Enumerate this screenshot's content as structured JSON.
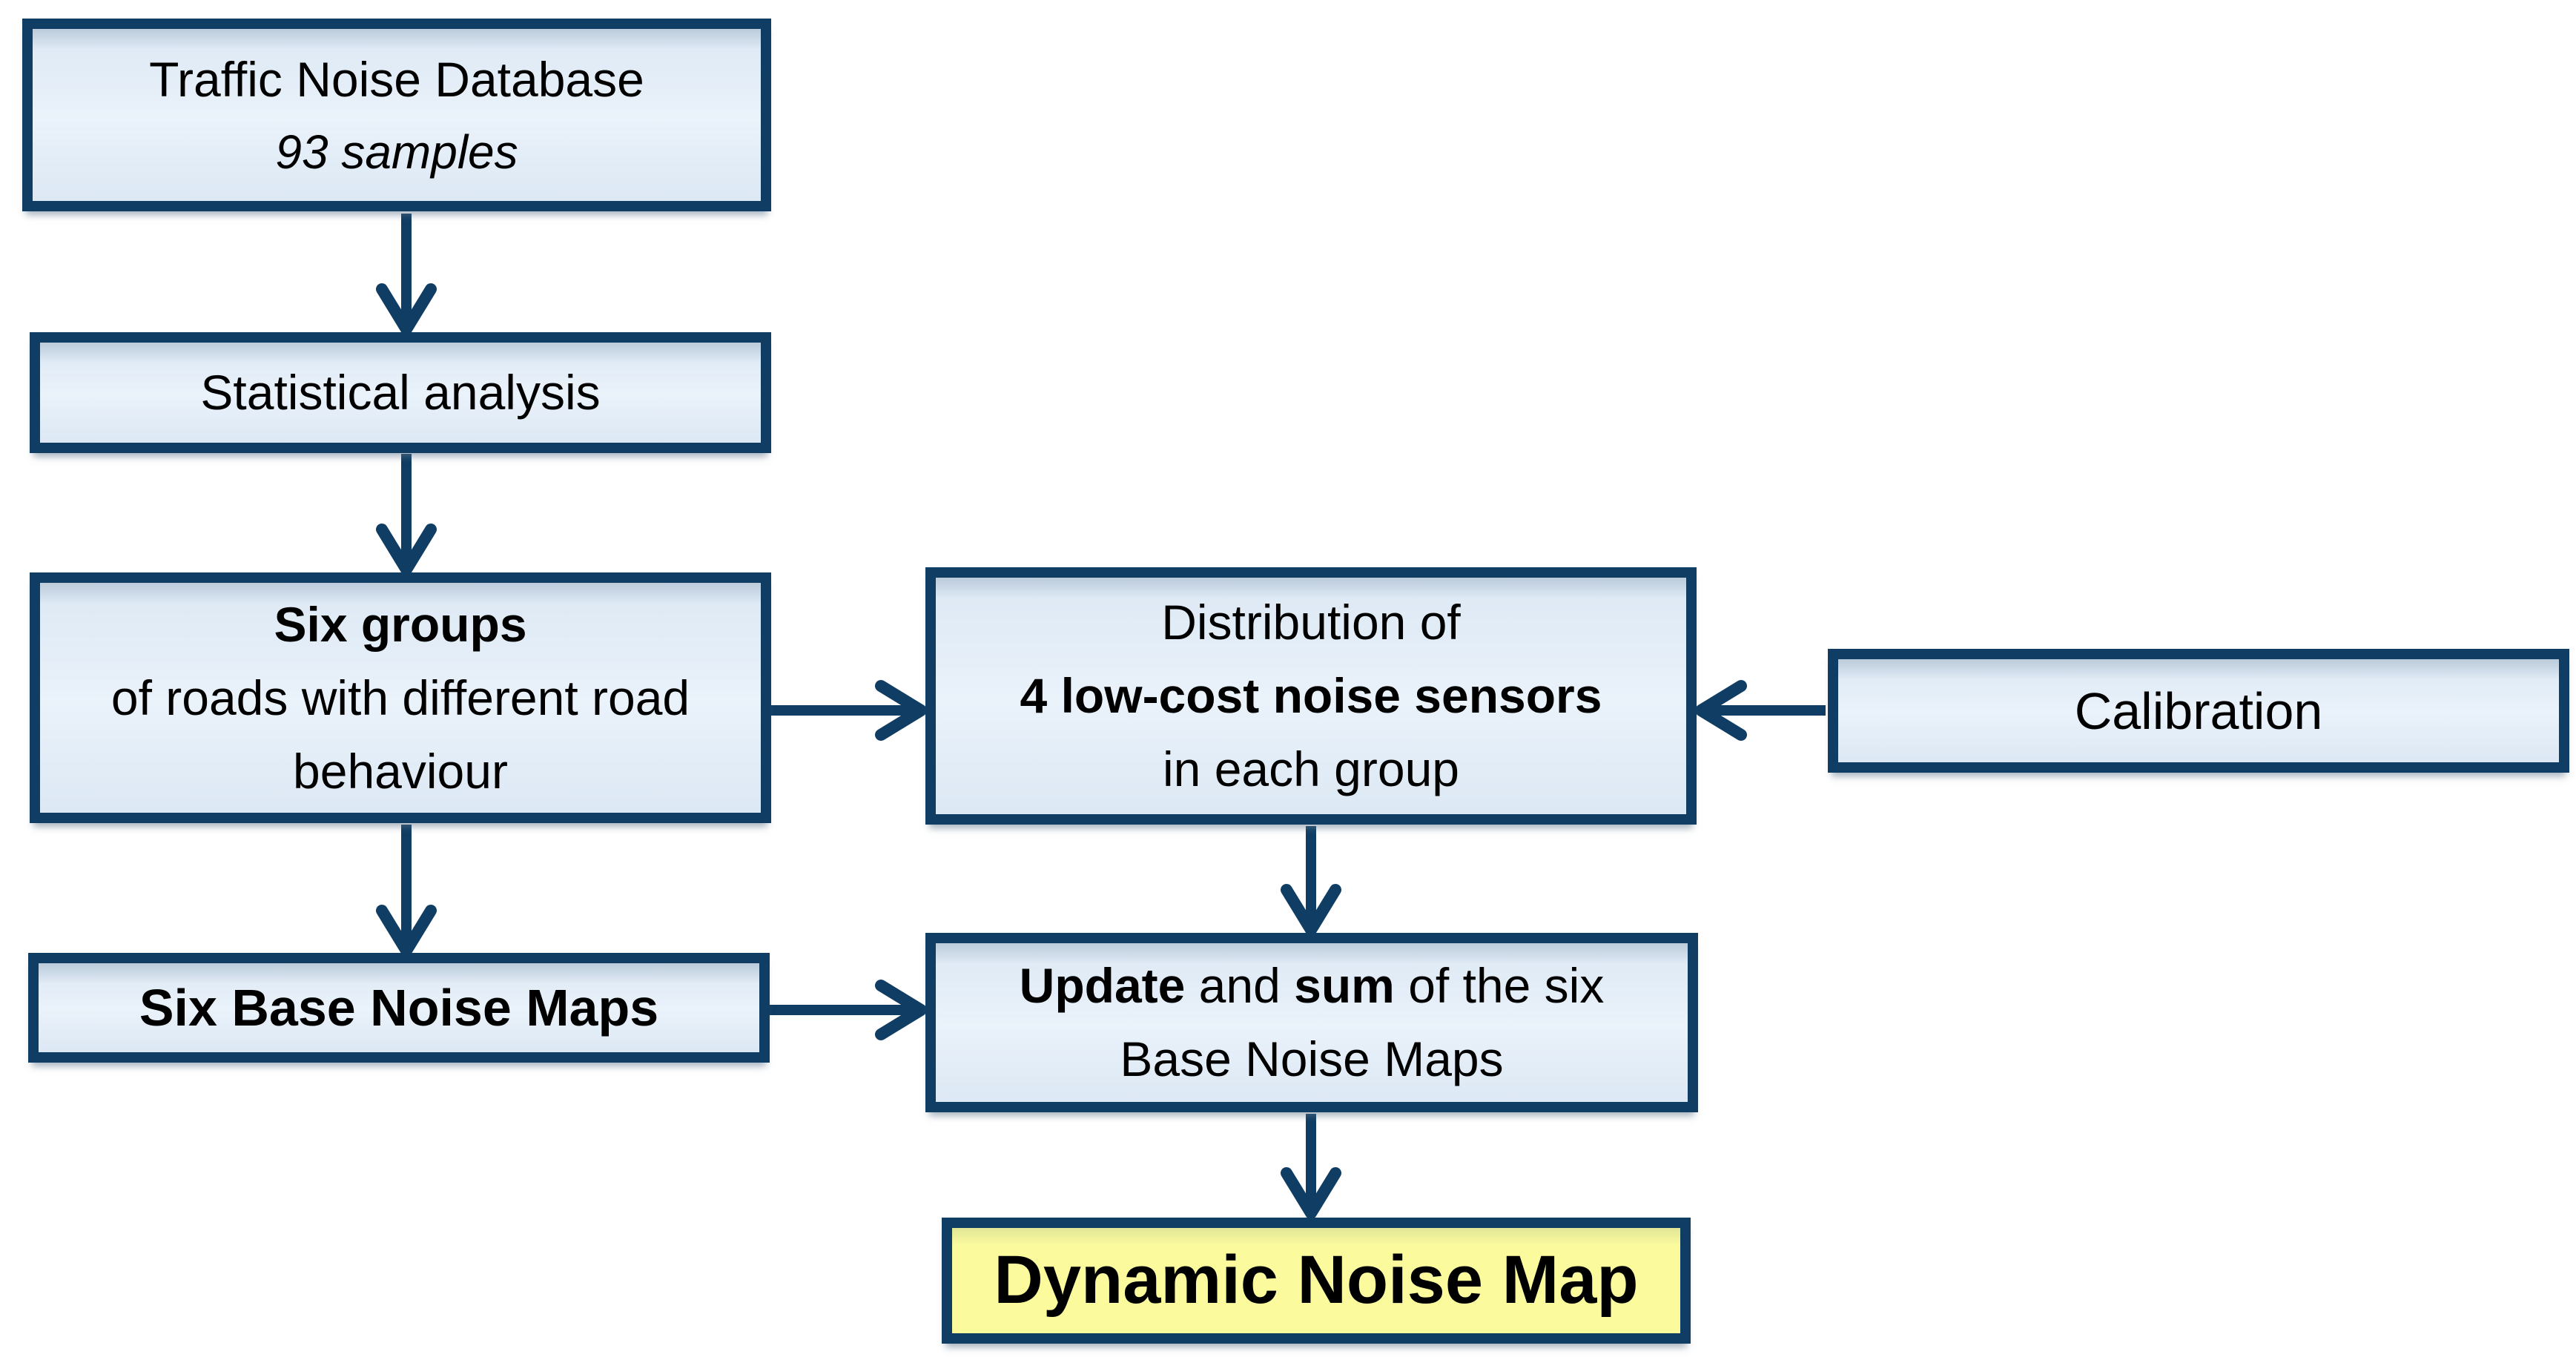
{
  "diagram": {
    "title": "Dynamic noise mapping flowchart",
    "colors": {
      "background": "#ffffff",
      "box_fill": "#dce8f4",
      "box_border": "#0f3d63",
      "arrow": "#0f3d63",
      "highlight_fill": "#fbfb9e",
      "text": "#000000"
    },
    "nodes": {
      "traffic_db": {
        "title": "Traffic Noise Database",
        "subtitle": "93 samples"
      },
      "statistical": {
        "label": "Statistical analysis"
      },
      "six_groups": {
        "line1": "Six groups",
        "line2": "of roads with different road",
        "line3": "behaviour"
      },
      "distribution": {
        "line1": "Distribution of",
        "line2": "4 low-cost noise sensors",
        "line3": "in each group"
      },
      "calibration": {
        "label": "Calibration"
      },
      "base_maps": {
        "label": "Six Base Noise Maps"
      },
      "update_sum": {
        "seg_bold1": "Update",
        "seg2": " and ",
        "seg_bold2": "sum",
        "seg3": " of the six",
        "line2": "Base Noise Maps"
      },
      "dynamic_map": {
        "label": "Dynamic Noise Map"
      }
    },
    "arrows": [
      {
        "name": "arrow-database-to-analysis",
        "from": "traffic_db",
        "to": "statistical"
      },
      {
        "name": "arrow-analysis-to-groups",
        "from": "statistical",
        "to": "six_groups"
      },
      {
        "name": "arrow-groups-to-basemaps",
        "from": "six_groups",
        "to": "base_maps"
      },
      {
        "name": "arrow-groups-to-distribution",
        "from": "six_groups",
        "to": "distribution"
      },
      {
        "name": "arrow-calibration-to-distribution",
        "from": "calibration",
        "to": "distribution"
      },
      {
        "name": "arrow-distribution-to-update",
        "from": "distribution",
        "to": "update_sum"
      },
      {
        "name": "arrow-basemaps-to-update",
        "from": "base_maps",
        "to": "update_sum"
      },
      {
        "name": "arrow-update-to-dynamic",
        "from": "update_sum",
        "to": "dynamic_map"
      }
    ]
  }
}
